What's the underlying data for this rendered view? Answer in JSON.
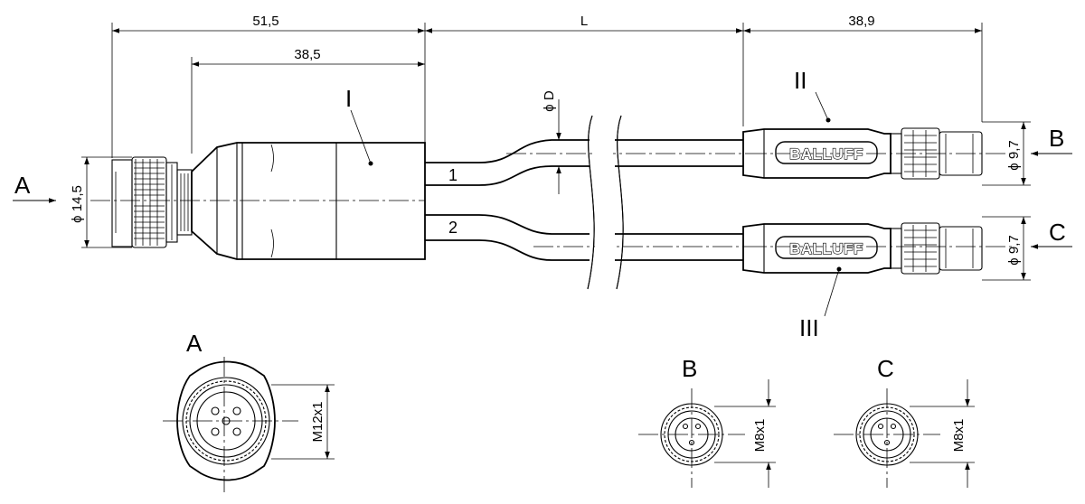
{
  "dimensions": {
    "overall_female": "51,5",
    "female_body": "38,5",
    "cable_length": "L",
    "male_length": "38,9",
    "diameter_female": "ϕ 14,5",
    "diameter_cable": "ϕ D",
    "diameter_male_b": "ϕ 9,7",
    "diameter_male_c": "ϕ 9,7"
  },
  "labels": {
    "part_I": "I",
    "part_II": "II",
    "part_III": "III",
    "wire_1": "1",
    "wire_2": "2",
    "view_A": "A",
    "view_B": "B",
    "view_C": "C",
    "detail_A": "A",
    "detail_B": "B",
    "detail_C": "C"
  },
  "brand": {
    "upper": "BALLUFF",
    "lower": "BALLUFF"
  },
  "threads": {
    "A": "M12x1",
    "B": "M8x1",
    "C": "M8x1"
  }
}
